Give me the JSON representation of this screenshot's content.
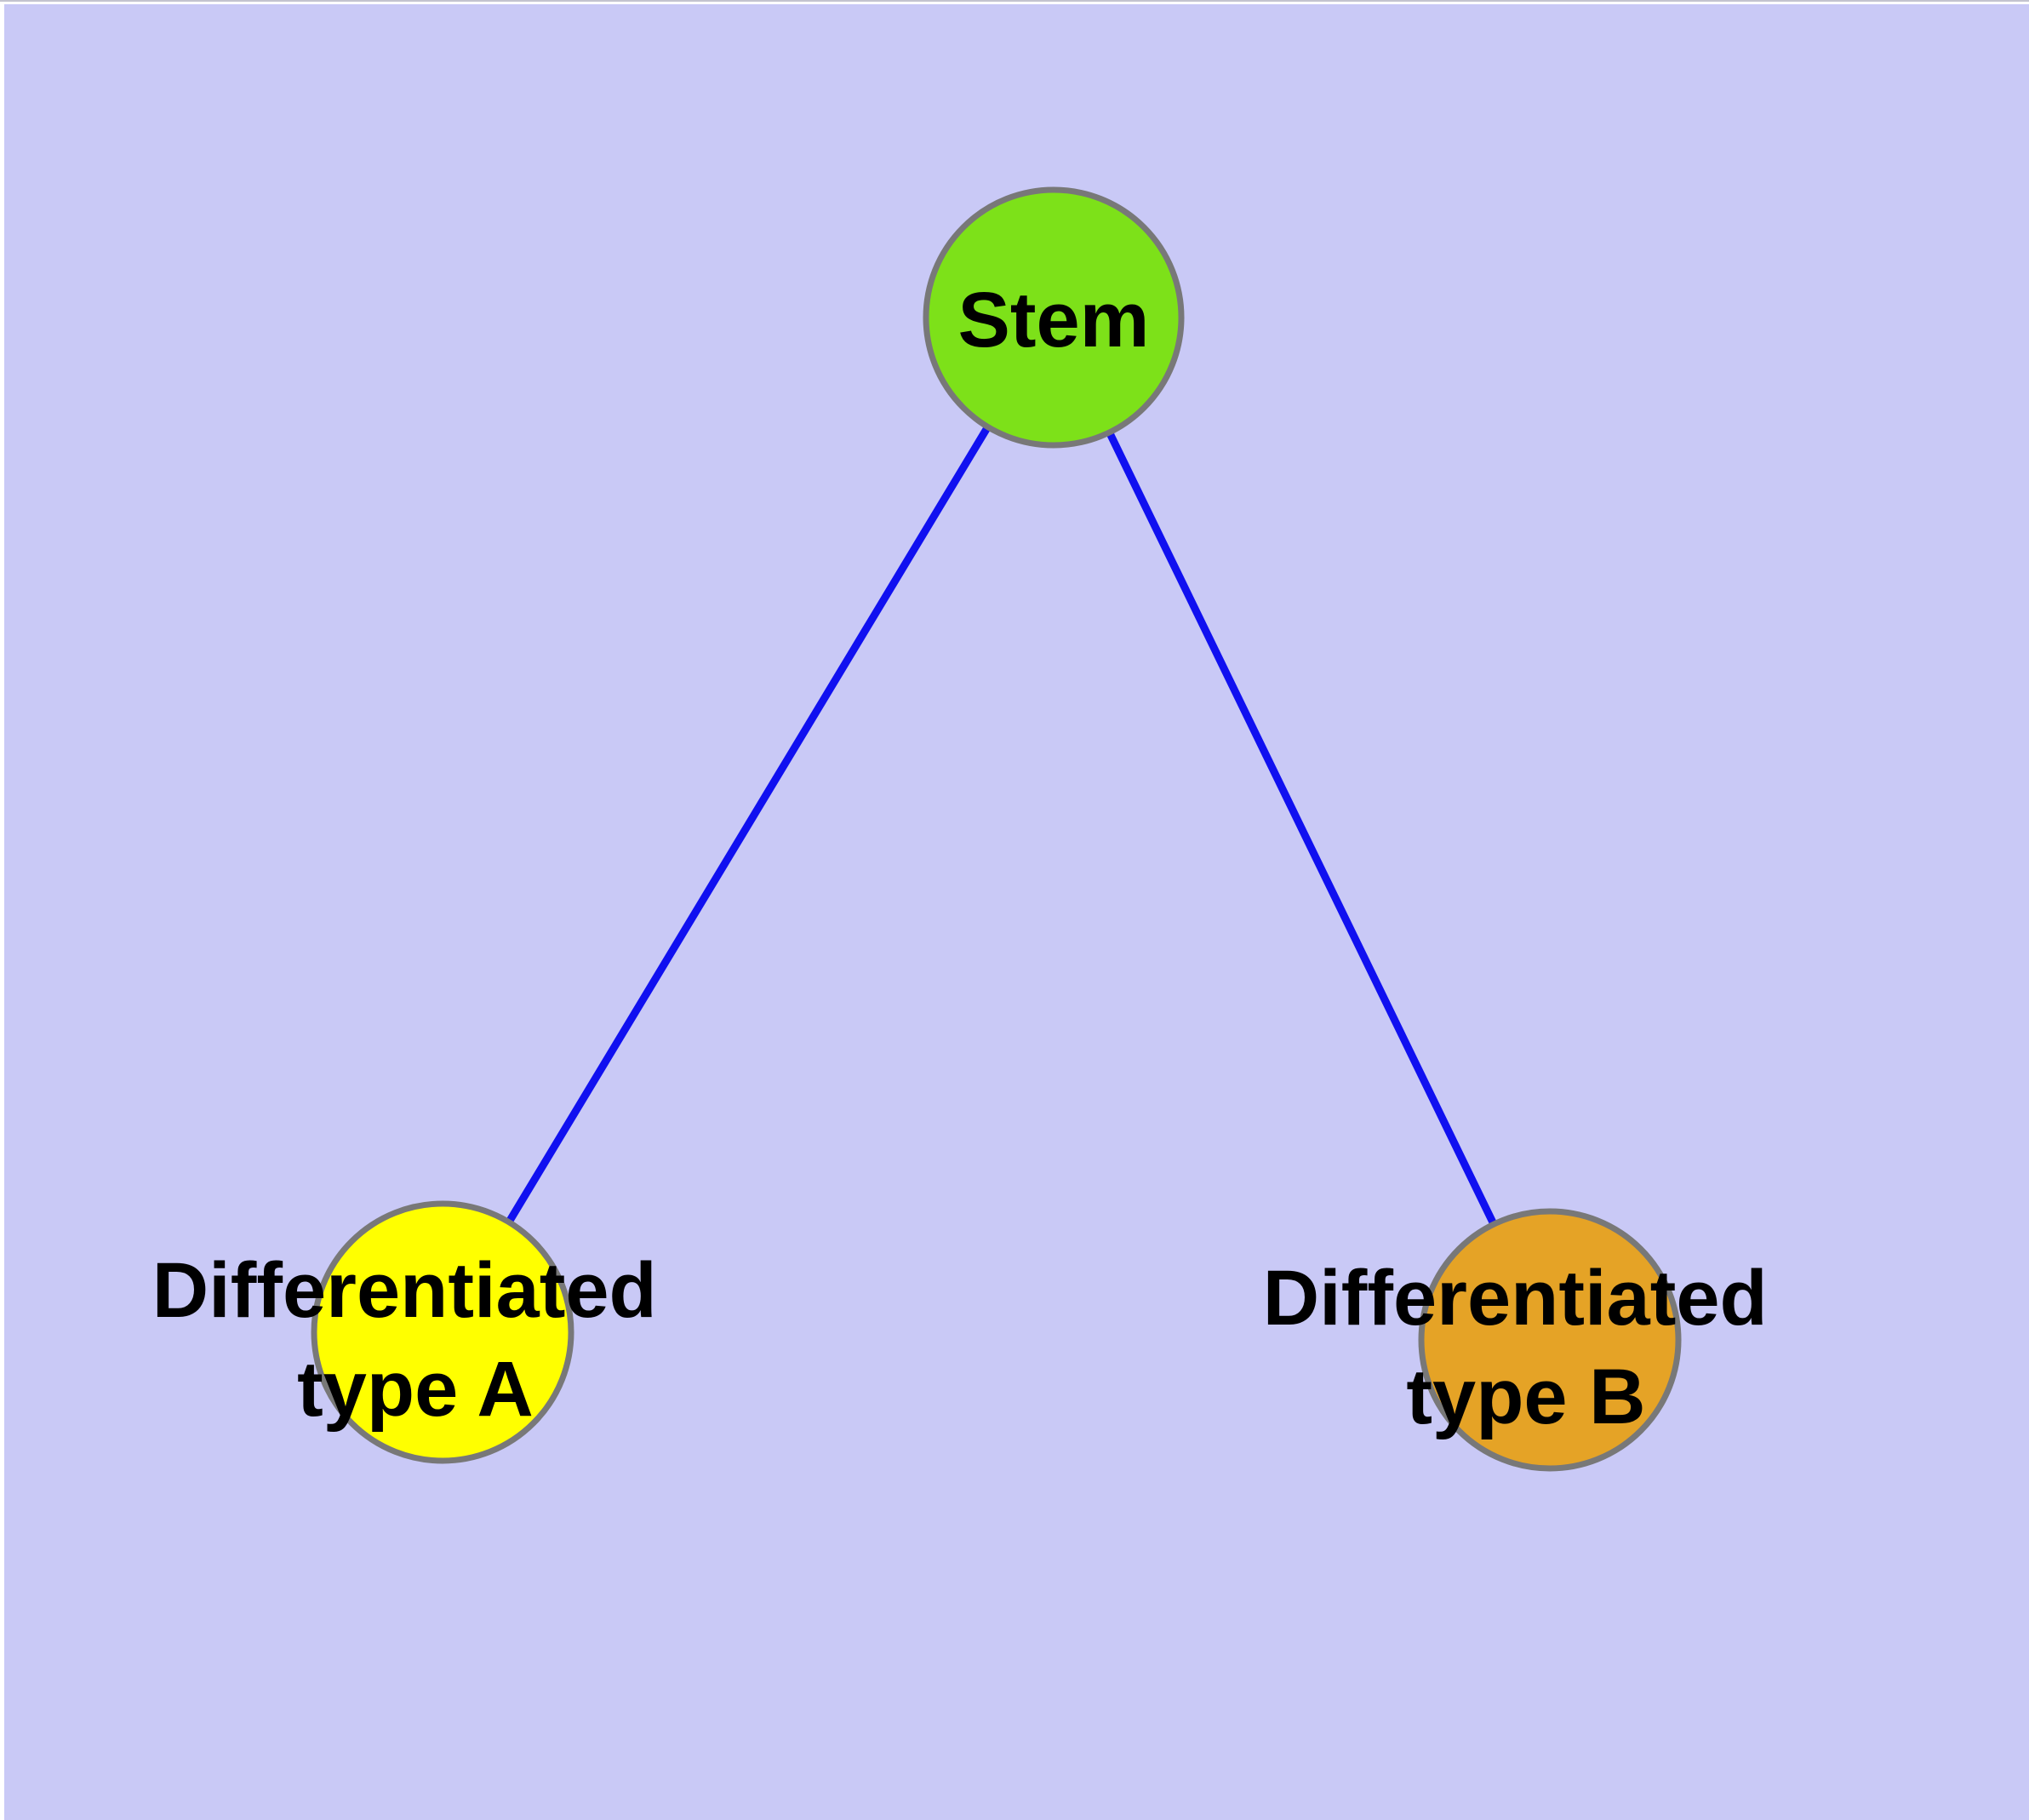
{
  "diagram": {
    "background_color": "#c9c9f6",
    "frame_top_color": "#c3c3cf",
    "frame_margin_color": "#ffffff",
    "label_color": "#000000",
    "node_border_color": "#787878",
    "edge_color": "#1010f0",
    "nodes": [
      {
        "id": "stem",
        "label": "Stem",
        "fill": "#7de119"
      },
      {
        "id": "differentiated-type-a",
        "label_line1": "Differentiated",
        "label_line2": "type A",
        "fill": "#ffff00"
      },
      {
        "id": "differentiated-type-b",
        "label_line1": "Differentiated",
        "label_line2": "type B",
        "fill": "#e5a326"
      }
    ],
    "edges": [
      {
        "from": "stem",
        "to": "differentiated-type-a"
      },
      {
        "from": "stem",
        "to": "differentiated-type-b"
      }
    ]
  }
}
